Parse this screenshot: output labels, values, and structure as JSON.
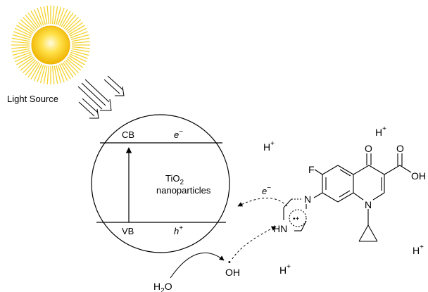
{
  "light_source": {
    "label": "Light Source",
    "ray_color": "#f5d22e",
    "core_color": "#f0b400"
  },
  "particle": {
    "cb_label": "CB",
    "vb_label": "VB",
    "electron_symbol": "e",
    "electron_charge": "−",
    "hole_symbol": "h",
    "hole_charge": "+",
    "material_base": "TiO",
    "material_subscript": "2",
    "material_line2": "nanoparticles"
  },
  "reaction": {
    "water_base": "H",
    "water_subscript": "2",
    "water_tail": "O",
    "radical_dot": "•",
    "radical_label": "OH",
    "electron_symbol": "e",
    "electron_charge": "−",
    "proton_base": "H",
    "proton_charge": "+"
  },
  "molecule": {
    "fluorine": "F",
    "keto_oxygen": "O",
    "acid_oxygen": "O",
    "acid_oh": "OH",
    "ring_nitrogen": "N",
    "piperazine_nitrogen": "N",
    "piperazine_nh": "HN",
    "radical_cation": "•+"
  }
}
